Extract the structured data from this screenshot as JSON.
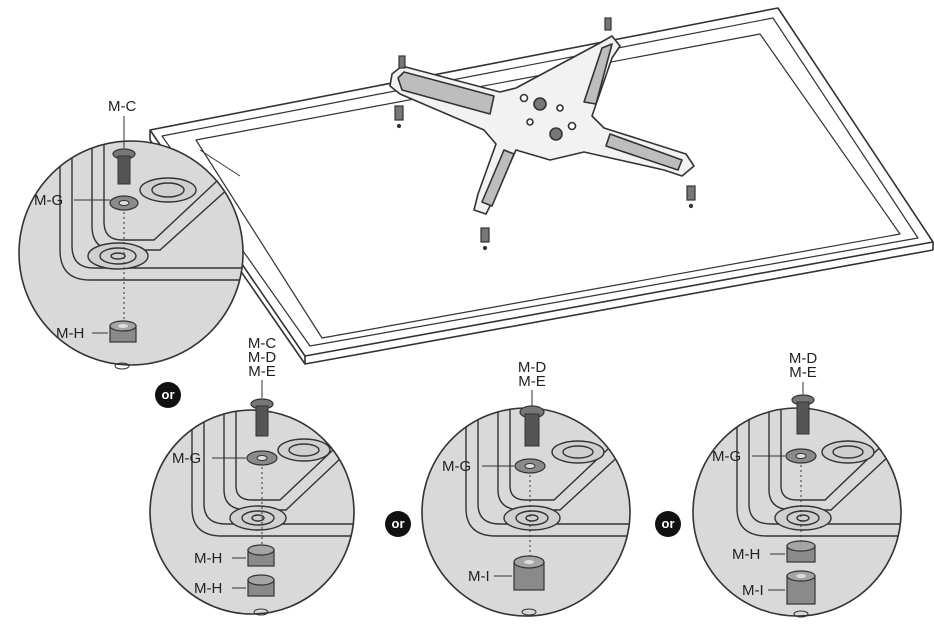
{
  "diagram": {
    "or_label": "or",
    "detail_1": {
      "label_top": "M-C",
      "label_washer": "M-G",
      "label_spacer": "M-H"
    },
    "detail_2": {
      "label_top_1": "M-C",
      "label_top_2": "M-D",
      "label_top_3": "M-E",
      "label_washer": "M-G",
      "label_spacer_1": "M-H",
      "label_spacer_2": "M-H"
    },
    "detail_3": {
      "label_top_1": "M-D",
      "label_top_2": "M-E",
      "label_washer": "M-G",
      "label_spacer": "M-I"
    },
    "detail_4": {
      "label_top_1": "M-D",
      "label_top_2": "M-E",
      "label_washer": "M-G",
      "label_spacer_1": "M-H",
      "label_spacer_2": "M-I"
    }
  },
  "colors": {
    "line": "#333333",
    "circle_fill": "#d9d9d9",
    "part_fill": "#8a8a8a",
    "tv_fill": "#ffffff",
    "badge": "#111111"
  }
}
